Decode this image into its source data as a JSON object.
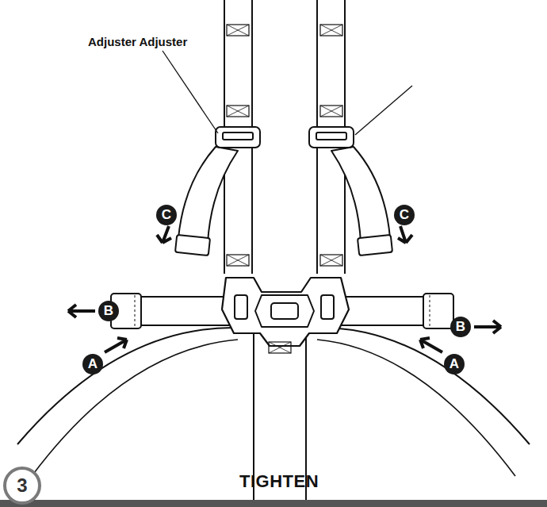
{
  "diagram": {
    "labels": [
      "Adjuster Adjuster",
      "C",
      "C",
      "B",
      "B",
      "A",
      "A",
      "3",
      "TIGHTEN"
    ]
  }
}
